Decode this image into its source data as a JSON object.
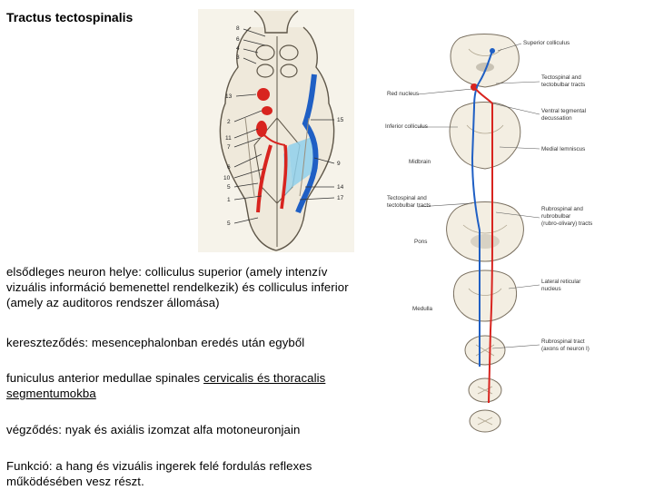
{
  "title": "Tractus tectospinalis",
  "paragraphs": {
    "p1": "elsődleges neuron helye: colliculus superior (amely intenzív vizuális információ bemenettel rendelkezik) és colliculus inferior (amely az auditoros rendszer állomása)",
    "p2": "kereszteződés: mesencephalonban eredés után egyből",
    "p3_plain": "funiculus anterior medullae spinales ",
    "p3_underlined": "cervicalis és thoracalis segmentumokba",
    "p4": "végződés: nyak és axiális izomzat alfa motoneuronjain",
    "p5": "Funkció: a hang és vizuális ingerek felé fordulás reflexes működésében vesz részt."
  },
  "left_figure": {
    "numbers": [
      "8",
      "6",
      "4",
      "3",
      "13",
      "2",
      "11",
      "7",
      "6",
      "10",
      "5",
      "1",
      "15",
      "9",
      "14",
      "17",
      "5"
    ]
  },
  "right_figure": {
    "labels": {
      "superior_colliculus": "Superior colliculus",
      "tectospinal_tracts_1": "Tectospinal and",
      "tectospinal_tracts_2": "tectobulbar tracts",
      "red_nucleus": "Red nucleus",
      "ventral_tegmental_1": "Ventral tegmental",
      "ventral_tegmental_2": "decussation",
      "inferior_colliculus": "Inferior colliculus",
      "medial_lemniscus": "Medial lemniscus",
      "midbrain": "Midbrain",
      "tectospinal_bottom_1": "Tectospinal and",
      "tectospinal_bottom_2": "tectobulbar tracts",
      "rubrospinal_1": "Rubrospinal and",
      "rubrospinal_2": "rubrobulbar",
      "rubrospinal_3": "(rubro-olivary) tracts",
      "pons": "Pons",
      "medulla": "Medulla",
      "lateral_reticular_1": "Lateral reticular",
      "lateral_reticular_2": "nucleus",
      "rubrospinal_tract_1": "Rubrospinal tract",
      "rubrospinal_tract_2": "(axons of neuron I)"
    }
  },
  "colors": {
    "red_tract": "#d8241f",
    "blue_tract": "#1f5fc4",
    "light_blue": "#8fd0ec",
    "tissue": "#f3eee2",
    "tissue_edge": "#7a7060"
  }
}
